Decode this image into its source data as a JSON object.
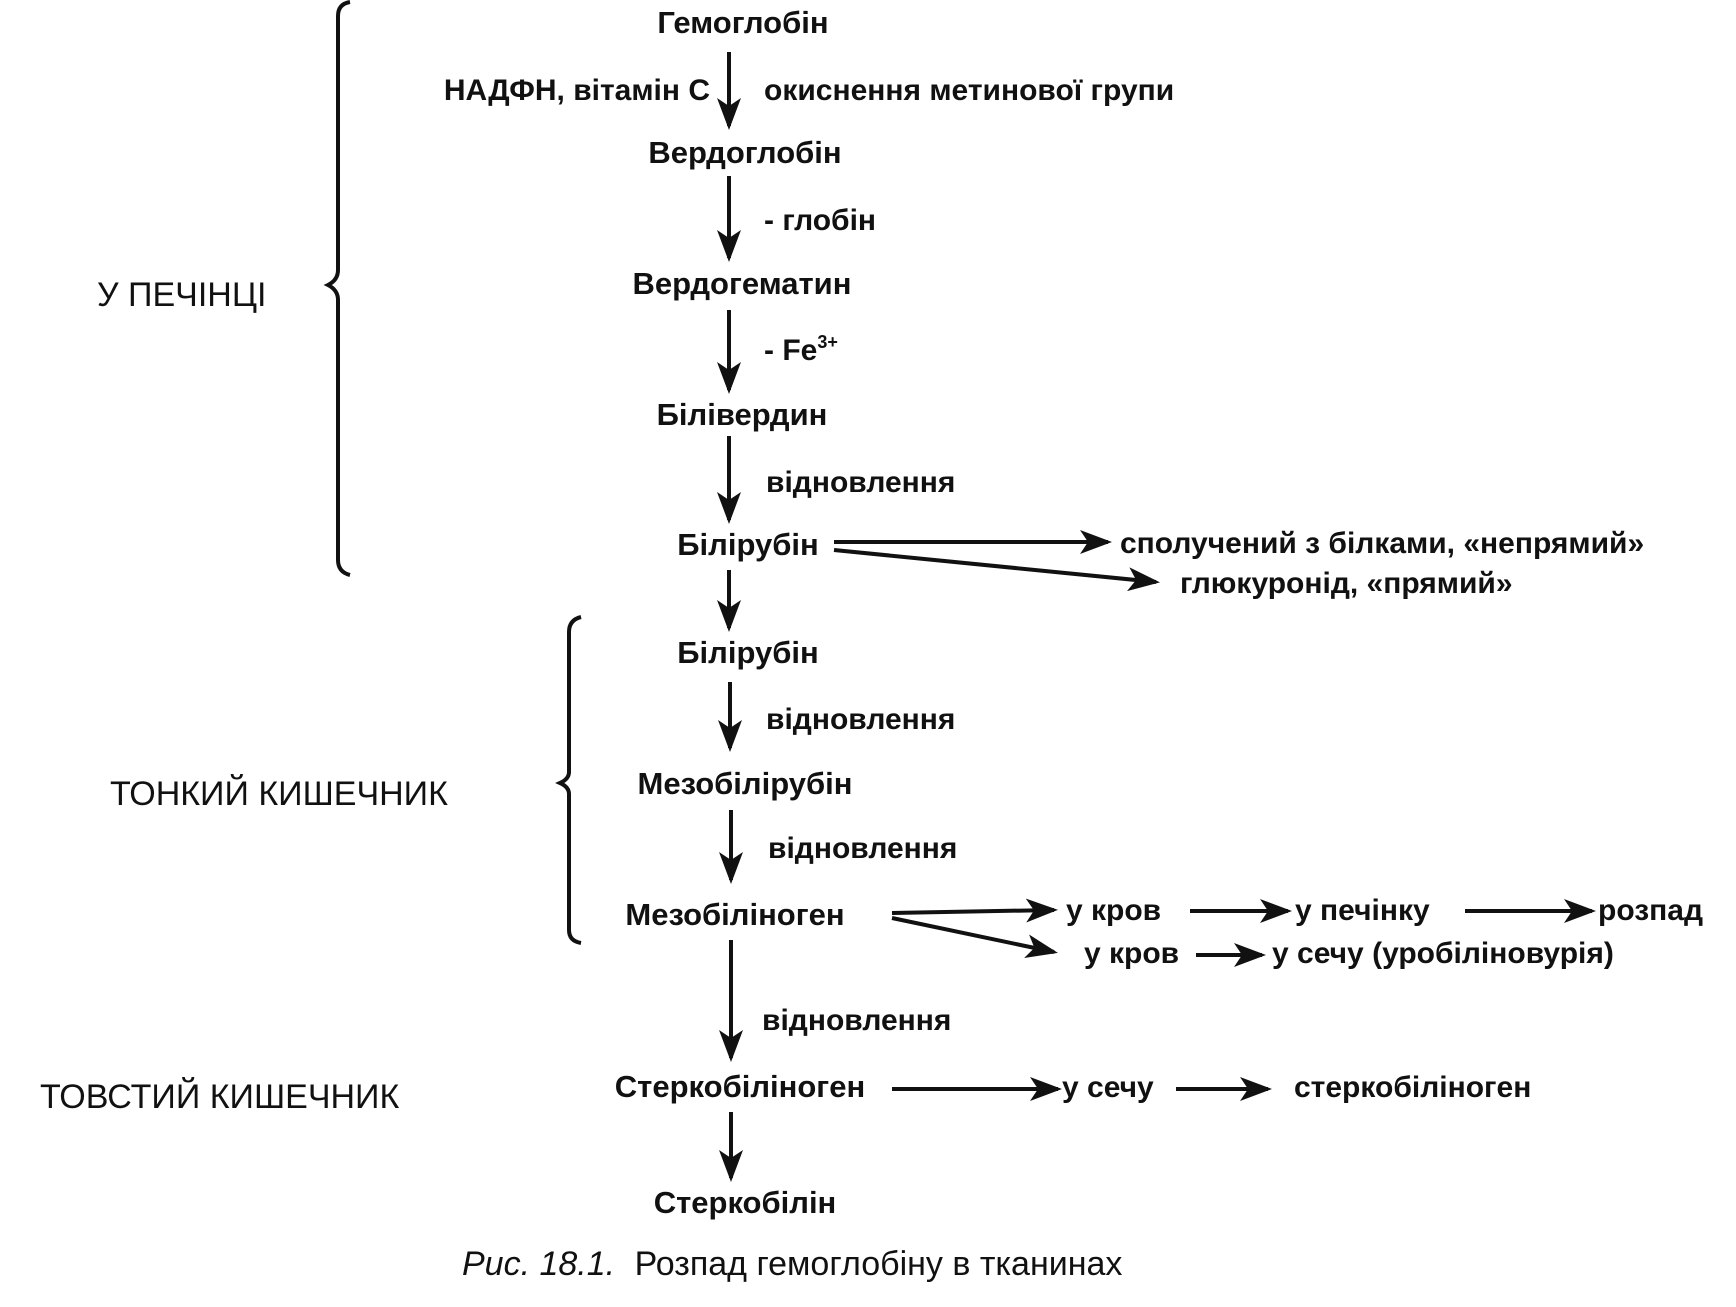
{
  "regions": {
    "liver": "У ПЕЧІНЦІ",
    "small_intestine": "ТОНКИЙ КИШЕЧНИК",
    "large_intestine": "ТОВСТИЙ КИШЕЧНИК"
  },
  "nodes": {
    "hemoglobin": "Гемоглобін",
    "verdoglobin": "Вердоглобін",
    "verdohematin": "Вердогематин",
    "biliverdin": "Білівердин",
    "bilirubin_liver": "Білірубін",
    "bilirubin_intestine": "Білірубін",
    "mesobilirubin": "Мезобілірубін",
    "mesobilinogen": "Мезобіліноген",
    "stercobilinogen": "Стеркобіліноген",
    "stercobilin": "Стеркобілін"
  },
  "step_labels": {
    "step1_left": "НАДФН, вітамін С",
    "step1_right": "окиснення метинової групи",
    "step2": "- глобін",
    "step3_prefix": "- Fe",
    "step3_sup": "3+",
    "step4": "відновлення",
    "step6": "відновлення",
    "step7": "відновлення",
    "step8": "відновлення"
  },
  "branches": {
    "bilirubin_unconjugated": "сполучений з білками, «непрямий»",
    "bilirubin_conjugated": "глюкуронід, «прямий»",
    "meso_a1": "у кров",
    "meso_a2": "у печінку",
    "meso_a3": "розпад",
    "meso_b1": "у кров",
    "meso_b2": "у сечу (уробіліновурія)",
    "sterco_1": "у сечу",
    "sterco_2": "стеркобіліноген"
  },
  "caption": {
    "prefix": "Рис. 18.1.",
    "text": "Розпад гемоглобіну в тканинах"
  }
}
